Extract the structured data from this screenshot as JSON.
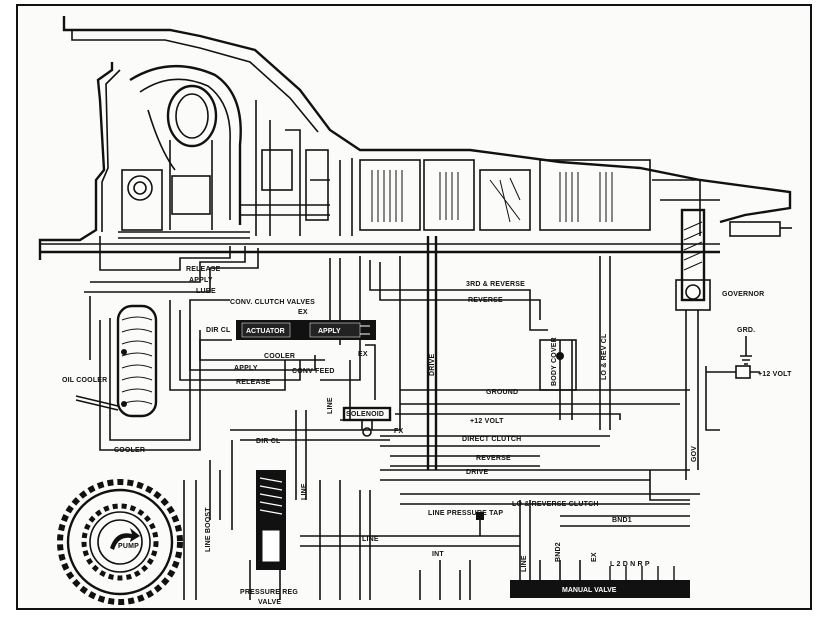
{
  "labels": {
    "release_top": "RELEASE",
    "apply_top": "APPLY",
    "lube": "LUBE",
    "conv_clutch_valves": "CONV. CLUTCH VALVES",
    "ex_top": "EX",
    "actuator": "ACTUATOR",
    "apply_valve": "APPLY",
    "ex_side": "EX",
    "dir_cl_left": "DIR CL",
    "cooler_mid": "COOLER",
    "apply_mid": "APPLY",
    "conv_feed": "CONV FEED",
    "release_mid": "RELEASE",
    "oil_cooler": "OIL COOLER",
    "cooler_bottom": "COOLER",
    "line_vertical": "LINE",
    "solenoid": "SOLENOID",
    "fx": "FX",
    "dir_cl_lower": "DIR CL",
    "line_boost": "LINE BOOST",
    "pump": "PUMP",
    "line_vert2": "LINE",
    "pressure_reg_valve_1": "PRESSURE REG",
    "pressure_reg_valve_2": "VALVE",
    "line_horizontal": "LINE",
    "int": "INT",
    "line_pressure_tap": "LINE PRESSURE TAP",
    "line_v3": "LINE",
    "bnd2": "BND2",
    "bnd1": "BND1",
    "ex_manual": "EX",
    "manual_valve": "MANUAL VALVE",
    "gear_letters": "L 2 D N R P",
    "drive_vertical": "DRIVE",
    "3rd_reverse": "3RD & REVERSE",
    "reverse_top": "REVERSE",
    "ground": "GROUND",
    "plus12_mid": "+12 VOLT",
    "direct_clutch": "DIRECT CLUTCH",
    "reverse_mid": "REVERSE",
    "drive_mid": "DRIVE",
    "lo_reverse_clutch": "LO & REVERSE CLUTCH",
    "body_governor": "BODY COVER",
    "lo_rev_cl": "LO & REV CL",
    "governor": "GOVERNOR",
    "grd": "GRD.",
    "plus12_right": "+12 VOLT",
    "gov": "GOV"
  }
}
